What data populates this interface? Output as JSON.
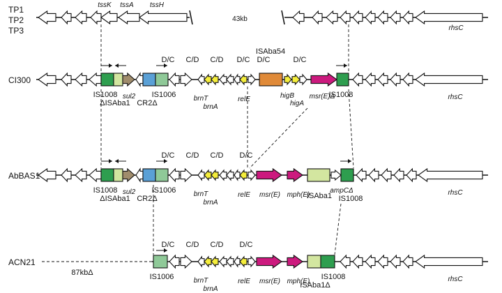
{
  "rows": {
    "tp": {
      "labels": [
        "TP1",
        "TP2",
        "TP3"
      ],
      "gap_label": "43kb",
      "genes": [
        "tssK",
        "tssA",
        "tssH",
        "rhsC"
      ]
    },
    "ci300": {
      "label": "CI300"
    },
    "abbas1": {
      "label": "AbBAS1"
    },
    "acn21": {
      "label": "ACN21",
      "deletion_label": "87kbΔ"
    }
  },
  "labels": {
    "is1008": "IS1008",
    "is1006": "IS1006",
    "isaba1": "ISAba1",
    "isaba1_delta": "ΔISAba1",
    "isaba1_delta_after": "ISAba1Δ",
    "isaba54": "ISAba54",
    "cr2": "CR2Δ",
    "sul2": "sul2",
    "brnT": "brnT",
    "brnA": "brnA",
    "relE": "relE",
    "higB": "higB",
    "higA": "higA",
    "msrE": "msr(E)",
    "msrE_delta": "msr(E)Δ",
    "mphE": "mph(E)",
    "ampC": "ampCΔ",
    "rhsC": "rhsC",
    "dc": "D/C",
    "cd": "C/D"
  },
  "colors": {
    "is1008": "#2e9e4f",
    "isaba1": "#d3e6a0",
    "sul2": "#a08c6c",
    "cr2": "#5aa0d6",
    "is1006": "#8fc998",
    "toxin": "#f5ee3c",
    "isaba54": "#e08a38",
    "msr": "#cc1a7e",
    "empty": "#ffffff"
  }
}
